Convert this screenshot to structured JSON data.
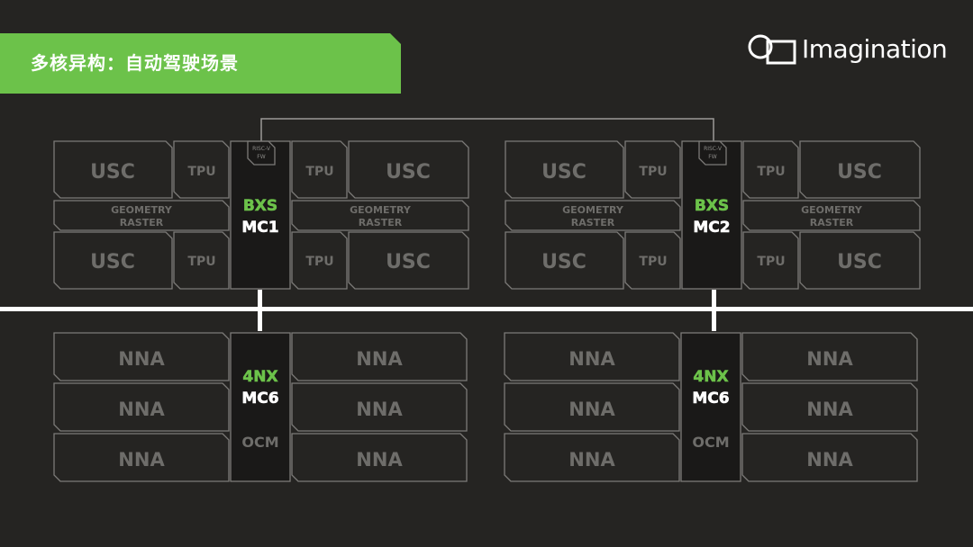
{
  "title": "多核异构：自动驾驶场景",
  "logo": {
    "text": "Imagination",
    "icon": "imagination-logo-icon"
  },
  "gpu_labels": {
    "usc": "USC",
    "tpu": "TPU",
    "geometry": "GEOMETRY",
    "raster": "RASTER",
    "risc": "RISC-V",
    "fw": "FW",
    "core": "BXS"
  },
  "gpu_clusters": [
    {
      "id": "mc1",
      "core": "BXS",
      "mc": "MC1"
    },
    {
      "id": "mc2",
      "core": "BXS",
      "mc": "MC2"
    }
  ],
  "nna_labels": {
    "nna": "NNA",
    "core": "4NX",
    "ocm": "OCM"
  },
  "nna_clusters": [
    {
      "id": "mc6-left",
      "core": "4NX",
      "mc": "MC6"
    },
    {
      "id": "mc6-right",
      "core": "4NX",
      "mc": "MC6"
    }
  ],
  "colors": {
    "background": "#252422",
    "accent_green": "#6cc24a",
    "block_stroke": "#7c7b78",
    "block_text": "#6e6d6a",
    "white": "#ffffff"
  }
}
